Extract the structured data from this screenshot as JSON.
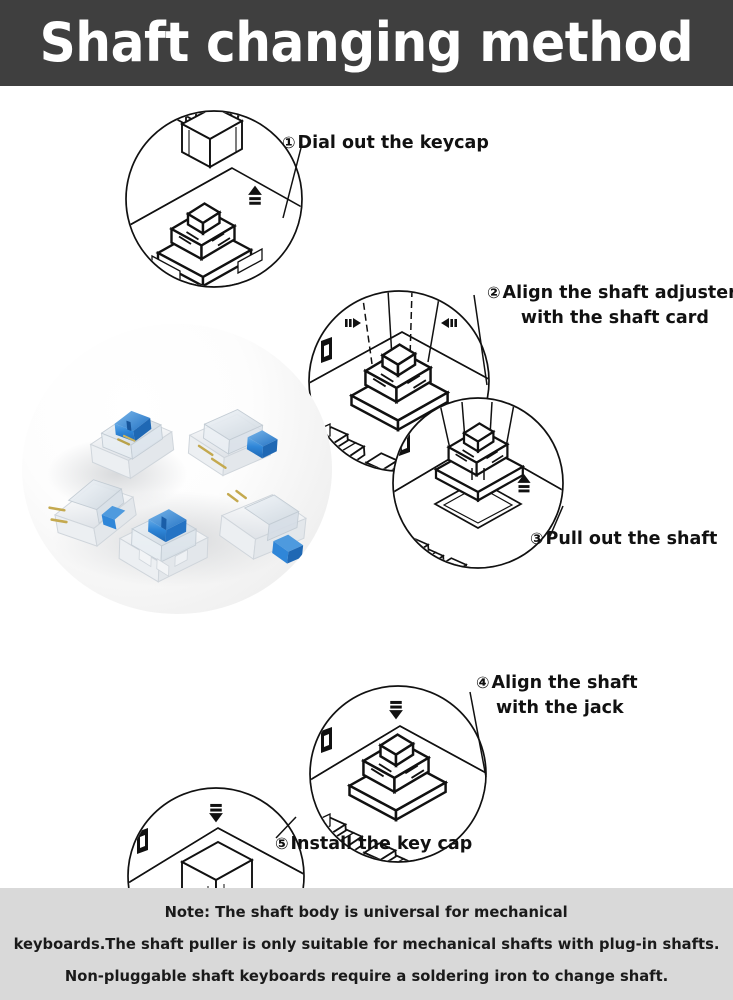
{
  "header": {
    "title": "Shaft changing method",
    "background_color": "#3f3f3f",
    "text_color": "#ffffff"
  },
  "steps": [
    {
      "id": "step-1",
      "number": "①",
      "line1": "Dial out the keycap",
      "line2": "",
      "illustration": "keycap-puller-removing-keycap",
      "arrow": "up"
    },
    {
      "id": "step-2",
      "number": "②",
      "line1": "Align the shaft adjuster",
      "line2": "with the shaft card",
      "illustration": "shaft-puller-aligned-over-switch",
      "arrow": "inward-both-sides"
    },
    {
      "id": "step-3",
      "number": "③",
      "line1": "Pull out the shaft",
      "line2": "",
      "illustration": "switch-lifted-from-empty-socket",
      "arrow": "up"
    },
    {
      "id": "step-4",
      "number": "④",
      "line1": "Align the shaft",
      "line2": "with  the jack",
      "illustration": "switch-inserted-into-socket",
      "arrow": "down"
    },
    {
      "id": "step-5",
      "number": "⑤",
      "line1": "Install the key cap",
      "line2": "",
      "illustration": "keycap-pressed-onto-switch",
      "arrow": "down"
    }
  ],
  "product_photo": {
    "caption": "five blue mechanical keyboard switches",
    "switch_count": 5,
    "stem_color": "#2f86d8",
    "housing_color": "#f4f6f8",
    "pin_color": "#c9a227",
    "background_color": "#f6f6f6"
  },
  "footer": {
    "background_color": "#d9d9d9",
    "lines": [
      "Note: The shaft body is universal for mechanical",
      "keyboards.The shaft puller is only suitable for mechanical shafts with plug-in shafts.",
      "Non-pluggable shaft keyboards require a soldering iron to change shaft."
    ]
  }
}
